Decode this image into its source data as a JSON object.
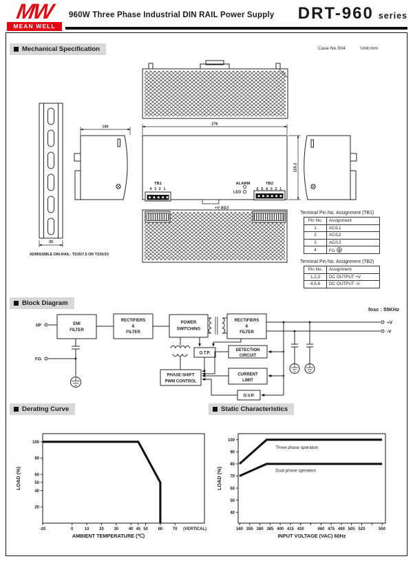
{
  "colors": {
    "brand_red": "#e30613",
    "badge_bg": "#d8d8d8",
    "ink": "#1a1a1a"
  },
  "header": {
    "logo": {
      "mw": "MW",
      "brand": "MEAN WELL"
    },
    "title": "960W Three Phase Industrial DIN RAIL Power Supply",
    "series": "DRT-960",
    "series_suffix": "series"
  },
  "mechanical": {
    "section_title": "Mechanical Specification",
    "case_no": "Case No.934",
    "unit": "Unit:mm",
    "din_note": "ADMISSIBLE DIN-RAIL: TS35/7.5 OR TS35/15",
    "dim_width": "276",
    "dim_height": "125.2",
    "dim_depth": "100",
    "dim_rail": "35",
    "tb1_label": "TB1",
    "tb1_pins": "4 3 2 1",
    "tb2_label": "TB2",
    "tb2_pins": "6 5 4 3 2 1",
    "alarm_label": "ALARM",
    "led_label": "LED",
    "vadj_label": "+V ADJ",
    "tb1_table": {
      "title": "Terminal Pin No.  Assignment (TB1)",
      "headers": [
        "Pin No.",
        "Assignment"
      ],
      "rows": [
        {
          "pin": "1",
          "assign": "AC/L1"
        },
        {
          "pin": "2",
          "assign": "AC/L2"
        },
        {
          "pin": "3",
          "assign": "AC/L3"
        },
        {
          "pin": "4",
          "assign": "FG",
          "icon": "earth-ground-icon"
        }
      ]
    },
    "tb2_table": {
      "title": "Terminal Pin No.  Assignment (TB2)",
      "headers": [
        "Pin No.",
        "Assignment"
      ],
      "rows": [
        {
          "pin": "1,2,3",
          "assign": "DC OUTPUT +V"
        },
        {
          "pin": "4,5,6",
          "assign": "DC OUTPUT -V"
        }
      ]
    }
  },
  "block_diagram": {
    "section_title": "Block Diagram",
    "fosc": "fosc : 55KHz",
    "labels": {
      "ip": "I/P",
      "fg": "FG",
      "vplus": "+V",
      "vminus": "-V"
    },
    "blocks": {
      "emi_1": "EMI",
      "emi_2": "FILTER",
      "rf1_1": "RECTIFIERS",
      "rf1_2": "&",
      "rf1_3": "FILTER",
      "ps_1": "POWER",
      "ps_2": "SWITCHING",
      "rf2_1": "RECTIFIERS",
      "rf2_2": "&",
      "rf2_3": "FILTER",
      "otp": "O.T.P.",
      "det_1": "DETECTION",
      "det_2": "CIRCUIT",
      "pwm_1": "PHASE-SHIFT",
      "pwm_2": "PWM CONTROL",
      "cl_1": "CURRENT",
      "cl_2": "LIMIT",
      "ovp": "O.V.P."
    }
  },
  "chart_data": [
    {
      "type": "line",
      "title": "Derating Curve",
      "xlabel": "AMBIENT TEMPERATURE (℃)",
      "ylabel": "LOAD (%)",
      "xlim": [
        -20,
        90
      ],
      "ylim": [
        0,
        110
      ],
      "x_ticks": [
        {
          "v": -20,
          "label": "-20"
        },
        {
          "v": 0,
          "label": "0"
        },
        {
          "v": 10,
          "label": "10"
        },
        {
          "v": 20,
          "label": "20"
        },
        {
          "v": 30,
          "label": "30"
        },
        {
          "v": 40,
          "label": "40"
        },
        {
          "v": 45,
          "label": "45"
        },
        {
          "v": 50,
          "label": "50"
        },
        {
          "v": 60,
          "label": "60"
        },
        {
          "v": 70,
          "label": "70"
        }
      ],
      "x_note": {
        "v": 83.5,
        "label": "(VERTICAL)"
      },
      "y_ticks": [
        20,
        40,
        50,
        60,
        80,
        100
      ],
      "series": [
        {
          "points": [
            [
              -20,
              100
            ],
            [
              45,
              100
            ],
            [
              60,
              50
            ],
            [
              60,
              0
            ]
          ]
        }
      ],
      "annotations": []
    },
    {
      "type": "line",
      "title": "Static Characteristics",
      "xlabel": "INPUT VOLTAGE (VAC) 60Hz",
      "ylabel": "LOAD (%)",
      "xlim": [
        338,
        555
      ],
      "ylim": [
        31,
        105
      ],
      "x_ticks": [
        {
          "v": 340,
          "label": "340"
        },
        {
          "v": 355,
          "label": "355"
        },
        {
          "v": 370,
          "label": "380"
        },
        {
          "v": 385,
          "label": "385"
        },
        {
          "v": 400,
          "label": "400"
        },
        {
          "v": 415,
          "label": "415"
        },
        {
          "v": 430,
          "label": "430"
        },
        {
          "v": 445,
          "label": ""
        },
        {
          "v": 460,
          "label": "460"
        },
        {
          "v": 475,
          "label": "475"
        },
        {
          "v": 490,
          "label": "490"
        },
        {
          "v": 505,
          "label": "505"
        },
        {
          "v": 520,
          "label": "520"
        },
        {
          "v": 535,
          "label": ""
        },
        {
          "v": 550,
          "label": "550"
        }
      ],
      "y_ticks": [
        40,
        50,
        60,
        70,
        80,
        90,
        100
      ],
      "series": [
        {
          "points": [
            [
              340,
              80
            ],
            [
              380,
              100
            ],
            [
              550,
              100
            ]
          ]
        },
        {
          "points": [
            [
              340,
              70
            ],
            [
              380,
              80
            ],
            [
              550,
              80
            ]
          ]
        }
      ],
      "annotations": [
        {
          "text": "Three phase operation",
          "x": 393,
          "y": 92.5
        },
        {
          "text": "Dual phase operation",
          "x": 393,
          "y": 73.5
        }
      ]
    }
  ]
}
